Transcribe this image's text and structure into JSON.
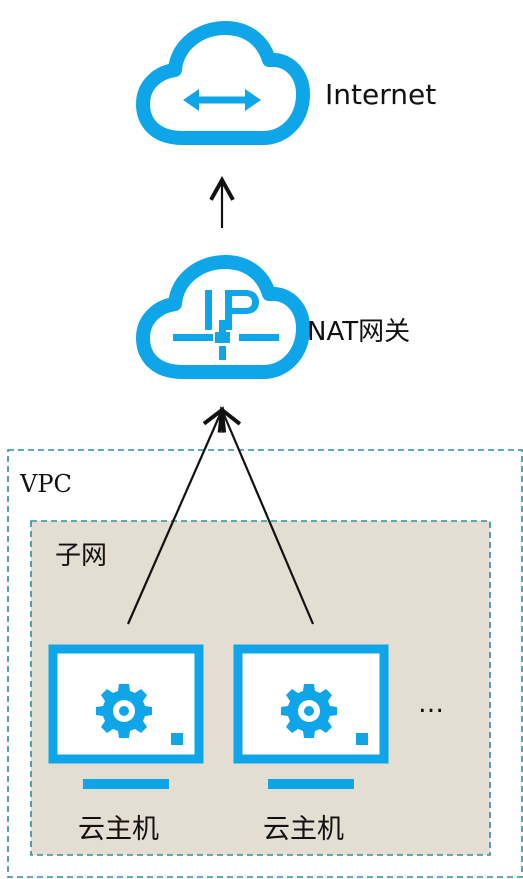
{
  "internet": {
    "label": "Internet"
  },
  "nat_gateway": {
    "label": "NAT网关",
    "icon_text": "IP"
  },
  "vpc": {
    "label": "VPC"
  },
  "subnet": {
    "label": "子网"
  },
  "hosts": [
    {
      "label": "云主机"
    },
    {
      "label": "云主机"
    }
  ],
  "ellipsis": "…",
  "colors": {
    "icon_blue": "#0ea5e9",
    "vpc_border": "#2b8ea3",
    "subnet_fill": "#e3ddd2",
    "subnet_border": "#2b8ea3",
    "arrow": "#111111"
  },
  "icons": {
    "internet": "cloud-exchange-icon",
    "nat_gateway": "cloud-ip-icon",
    "host": "monitor-gear-icon"
  }
}
